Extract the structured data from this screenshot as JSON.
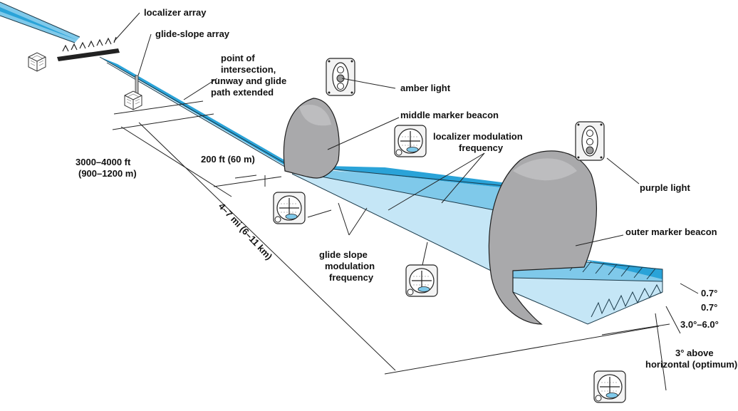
{
  "labels": {
    "localizer_array": "localizer array",
    "glide_slope_array": "glide-slope array",
    "intersection": [
      "point of",
      "intersection,",
      "runway and glide",
      "path extended"
    ],
    "amber_light": "amber light",
    "middle_marker": "middle marker beacon",
    "localizer_modulation": [
      "localizer modulation",
      "frequency"
    ],
    "purple_light": "purple light",
    "distance_3000": [
      "3000–4000 ft",
      "(900–1200 m)"
    ],
    "height_200": "200 ft (60 m)",
    "distance_4_7": "4–7 mi (6–11 km)",
    "glide_slope_modulation": [
      "glide slope",
      "modulation",
      "frequency"
    ],
    "outer_marker": "outer marker beacon",
    "angle_top": "0.7°",
    "angle_bottom": "0.7°",
    "angle_range": "3.0°–6.0°",
    "optimum": [
      "3° above",
      "horizontal (optimum)"
    ]
  },
  "colors": {
    "beam_dark": "#2aa3d8",
    "beam_mid": "#7fc9ea",
    "beam_light": "#c5e6f6",
    "lobe_gray": "#a9a9ab"
  },
  "icons": [
    "antenna-array-icon",
    "building-icon",
    "marker-light-icon",
    "ils-instrument-icon"
  ]
}
